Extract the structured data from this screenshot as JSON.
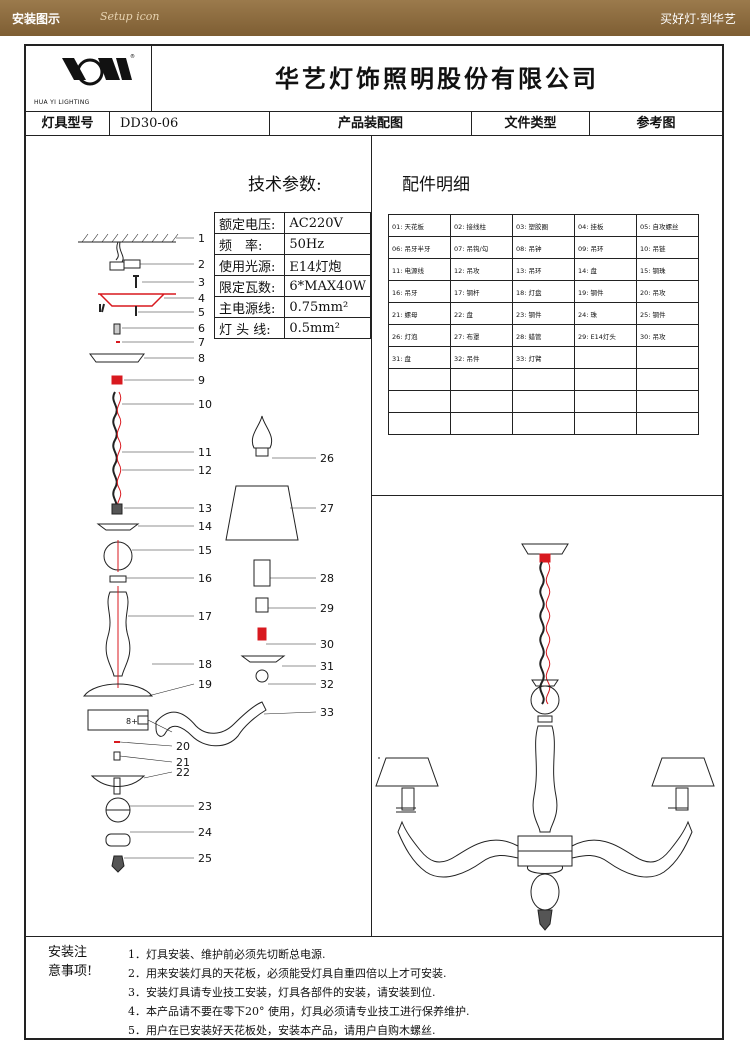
{
  "topbar": {
    "title": "安装图示",
    "script": "Setup icon",
    "slogan": "买好灯·到华艺"
  },
  "header": {
    "logo_text": "HUA YI LIGHTING",
    "company": "华艺灯饰照明股份有限公司",
    "model_label": "灯具型号",
    "model_value": "DD30-06",
    "doc_name": "产品装配图",
    "doc_type_label": "文件类型",
    "doc_type_value": "参考图"
  },
  "tech": {
    "title": "技术参数:",
    "rows": [
      {
        "k": "额定电压:",
        "v": "AC220V"
      },
      {
        "k": "频　率:",
        "v": "50Hz"
      },
      {
        "k": "使用光源:",
        "v": "E14灯炮"
      },
      {
        "k": "限定瓦数:",
        "v": "6*MAX40W"
      },
      {
        "k": "主电源线:",
        "v": "0.75mm²"
      },
      {
        "k": "灯 头 线:",
        "v": "0.5mm²"
      }
    ]
  },
  "parts": {
    "title": "配件明细",
    "rows": [
      [
        "01: 天花板",
        "02: 接线柱",
        "03: 塑胶圈",
        "04: 挂板",
        "05: 自攻螺丝"
      ],
      [
        "06: 吊牙半牙",
        "07: 吊钩/勾",
        "08: 吊钟",
        "09: 吊环",
        "10: 吊链"
      ],
      [
        "11: 电源线",
        "12: 吊攻",
        "13: 吊环",
        "14: 盘",
        "15: 钢珠"
      ],
      [
        "16: 吊牙",
        "17: 钢杆",
        "18: 灯盘",
        "19: 钢件",
        "20: 吊攻"
      ],
      [
        "21: 螺母",
        "22: 盘",
        "23: 钢件",
        "24: 珠",
        "25: 钢件"
      ],
      [
        "26: 灯泡",
        "27: 布罩",
        "28: 蜡管",
        "29: E14灯头",
        "30: 吊攻"
      ],
      [
        "31: 盘",
        "32: 吊件",
        "33: 灯臂",
        "",
        ""
      ],
      [
        "",
        "",
        "",
        "",
        ""
      ],
      [
        "",
        "",
        "",
        "",
        ""
      ],
      [
        "",
        "",
        "",
        "",
        ""
      ]
    ]
  },
  "callouts": [
    "1",
    "2",
    "3",
    "4",
    "5",
    "6",
    "7",
    "8",
    "9",
    "10",
    "11",
    "12",
    "13",
    "14",
    "15",
    "16",
    "17",
    "18",
    "19",
    "20",
    "21",
    "22",
    "23",
    "24",
    "25",
    "26",
    "27",
    "28",
    "29",
    "30",
    "31",
    "32",
    "33"
  ],
  "notes": {
    "label_line1": "安装注",
    "label_line2": "意事项!",
    "items": [
      "1．灯具安装、维护前必须先切断总电源.",
      "2．用来安装灯具的天花板，必须能受灯具自重四倍以上才可安装.",
      "3．安装灯具请专业技工安装，灯具各部件的安装，请安装到位.",
      "4．本产品请不要在零下20° 使用，灯具必须请专业技工进行保养维护.",
      "5．用户在已安装好天花板处，安装本产品，请用户自购木螺丝."
    ]
  },
  "colors": {
    "accent": "#d8191f",
    "brown": "#8b6a3e",
    "line": "#222222"
  }
}
